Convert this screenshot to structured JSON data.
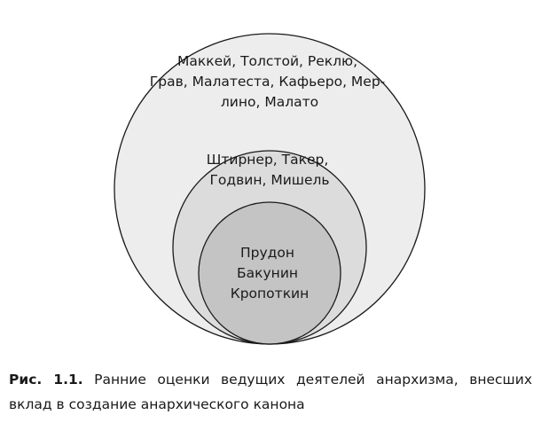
{
  "diagram": {
    "outer": {
      "lines": [
        "Маккей, Толстой, Реклю,",
        "Грав, Малатеста, Кафьеро, Мер-",
        "лино, Малато"
      ],
      "fill": "#ededed"
    },
    "middle": {
      "lines": [
        "Штирнер, Такер,",
        "Годвин, Мишель"
      ],
      "fill": "#dcdcdc"
    },
    "inner": {
      "lines": [
        "Прудон",
        "Бакунин",
        "Кропоткин"
      ],
      "fill": "#c4c4c4"
    },
    "stroke": "#1a1a1a"
  },
  "caption": {
    "number": "Рис. 1.1.",
    "text": "Ранние оценки ведущих деятелей анархизма, внесших вклад в создание анархического канона"
  }
}
